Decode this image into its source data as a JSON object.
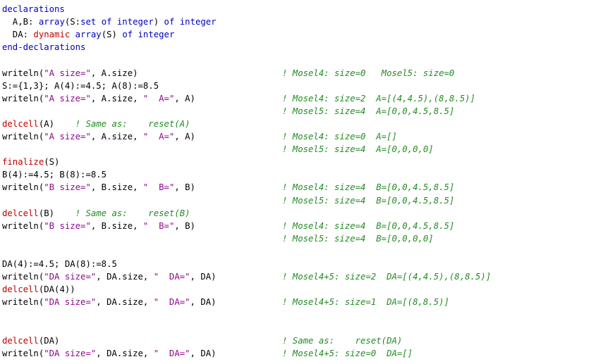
{
  "colors": {
    "keyword": "#0000c0",
    "red_keyword": "#c00000",
    "string": "#8b0a8b",
    "comment": "#228b22",
    "text": "#000000",
    "background": "#ffffff"
  },
  "lines": [
    {
      "row": 0,
      "tokens": [
        {
          "t": "kw",
          "text": "declarations"
        }
      ],
      "comment": ""
    },
    {
      "row": 1,
      "tokens": [
        {
          "t": "plain",
          "text": "  A,B: "
        },
        {
          "t": "kw",
          "text": "array"
        },
        {
          "t": "plain",
          "text": "(S:"
        },
        {
          "t": "kw",
          "text": "set of integer"
        },
        {
          "t": "plain",
          "text": ") "
        },
        {
          "t": "kw",
          "text": "of integer"
        }
      ],
      "comment": ""
    },
    {
      "row": 2,
      "tokens": [
        {
          "t": "plain",
          "text": "  DA: "
        },
        {
          "t": "red",
          "text": "dynamic"
        },
        {
          "t": "plain",
          "text": " "
        },
        {
          "t": "kw",
          "text": "array"
        },
        {
          "t": "plain",
          "text": "(S) "
        },
        {
          "t": "kw",
          "text": "of integer"
        }
      ],
      "comment": ""
    },
    {
      "row": 3,
      "tokens": [
        {
          "t": "kw",
          "text": "end-declarations"
        }
      ],
      "comment": ""
    },
    {
      "row": 5,
      "tokens": [
        {
          "t": "plain",
          "text": "writeln("
        },
        {
          "t": "str",
          "text": "\"A size=\""
        },
        {
          "t": "plain",
          "text": ", A.size)"
        }
      ],
      "comment": "! Mosel4: size=0   Mosel5: size=0"
    },
    {
      "row": 6,
      "tokens": [
        {
          "t": "plain",
          "text": "S:={1,3}; A(4):=4.5; A(8):=8.5"
        }
      ],
      "comment": ""
    },
    {
      "row": 7,
      "tokens": [
        {
          "t": "plain",
          "text": "writeln("
        },
        {
          "t": "str",
          "text": "\"A size=\""
        },
        {
          "t": "plain",
          "text": ", A.size, "
        },
        {
          "t": "str",
          "text": "\"  A=\""
        },
        {
          "t": "plain",
          "text": ", A)"
        }
      ],
      "comment": "! Mosel4: size=2  A=[(4,4.5),(8,8.5)]"
    },
    {
      "row": 8,
      "tokens": [],
      "comment": "! Mosel5: size=4  A=[0,0,4.5,8.5]"
    },
    {
      "row": 9,
      "tokens": [
        {
          "t": "red",
          "text": "delcell"
        },
        {
          "t": "plain",
          "text": "(A)    "
        },
        {
          "t": "comment",
          "text": "! Same as:    reset(A)"
        }
      ],
      "comment": ""
    },
    {
      "row": 10,
      "tokens": [
        {
          "t": "plain",
          "text": "writeln("
        },
        {
          "t": "str",
          "text": "\"A size=\""
        },
        {
          "t": "plain",
          "text": ", A.size, "
        },
        {
          "t": "str",
          "text": "\"  A=\""
        },
        {
          "t": "plain",
          "text": ", A)"
        }
      ],
      "comment": "! Mosel4: size=0  A=[]"
    },
    {
      "row": 11,
      "tokens": [],
      "comment": "! Mosel5: size=4  A=[0,0,0,0]"
    },
    {
      "row": 12,
      "tokens": [
        {
          "t": "red",
          "text": "finalize"
        },
        {
          "t": "plain",
          "text": "(S)"
        }
      ],
      "comment": ""
    },
    {
      "row": 13,
      "tokens": [
        {
          "t": "plain",
          "text": "B(4):=4.5; B(8):=8.5"
        }
      ],
      "comment": ""
    },
    {
      "row": 14,
      "tokens": [
        {
          "t": "plain",
          "text": "writeln("
        },
        {
          "t": "str",
          "text": "\"B size=\""
        },
        {
          "t": "plain",
          "text": ", B.size, "
        },
        {
          "t": "str",
          "text": "\"  B=\""
        },
        {
          "t": "plain",
          "text": ", B)"
        }
      ],
      "comment": "! Mosel4: size=4  B=[0,0,4.5,8.5]"
    },
    {
      "row": 15,
      "tokens": [],
      "comment": "! Mosel5: size=4  B=[0,0,4.5,8.5]"
    },
    {
      "row": 16,
      "tokens": [
        {
          "t": "red",
          "text": "delcell"
        },
        {
          "t": "plain",
          "text": "(B)    "
        },
        {
          "t": "comment",
          "text": "! Same as:    reset(B)"
        }
      ],
      "comment": ""
    },
    {
      "row": 17,
      "tokens": [
        {
          "t": "plain",
          "text": "writeln("
        },
        {
          "t": "str",
          "text": "\"B size=\""
        },
        {
          "t": "plain",
          "text": ", B.size, "
        },
        {
          "t": "str",
          "text": "\"  B=\""
        },
        {
          "t": "plain",
          "text": ", B)"
        }
      ],
      "comment": "! Mosel4: size=4  B=[0,0,4.5,8.5]"
    },
    {
      "row": 18,
      "tokens": [],
      "comment": "! Mosel5: size=4  B=[0,0,0,0]"
    },
    {
      "row": 20,
      "tokens": [
        {
          "t": "plain",
          "text": "DA(4):=4.5; DA(8):=8.5"
        }
      ],
      "comment": ""
    },
    {
      "row": 21,
      "tokens": [
        {
          "t": "plain",
          "text": "writeln("
        },
        {
          "t": "str",
          "text": "\"DA size=\""
        },
        {
          "t": "plain",
          "text": ", DA.size, "
        },
        {
          "t": "str",
          "text": "\"  DA=\""
        },
        {
          "t": "plain",
          "text": ", DA)"
        }
      ],
      "comment": "! Mosel4+5: size=2  DA=[(4,4.5),(8,8.5)]"
    },
    {
      "row": 22,
      "tokens": [
        {
          "t": "red",
          "text": "delcell"
        },
        {
          "t": "plain",
          "text": "(DA(4))"
        }
      ],
      "comment": ""
    },
    {
      "row": 23,
      "tokens": [
        {
          "t": "plain",
          "text": "writeln("
        },
        {
          "t": "str",
          "text": "\"DA size=\""
        },
        {
          "t": "plain",
          "text": ", DA.size, "
        },
        {
          "t": "str",
          "text": "\"  DA=\""
        },
        {
          "t": "plain",
          "text": ", DA)"
        }
      ],
      "comment": "! Mosel4+5: size=1  DA=[(8,8.5)]"
    },
    {
      "row": 26,
      "tokens": [
        {
          "t": "red",
          "text": "delcell"
        },
        {
          "t": "plain",
          "text": "(DA)"
        }
      ],
      "comment": "! Same as:    reset(DA)"
    },
    {
      "row": 27,
      "tokens": [
        {
          "t": "plain",
          "text": "writeln("
        },
        {
          "t": "str",
          "text": "\"DA size=\""
        },
        {
          "t": "plain",
          "text": ", DA.size, "
        },
        {
          "t": "str",
          "text": "\"  DA=\""
        },
        {
          "t": "plain",
          "text": ", DA)"
        }
      ],
      "comment": "! Mosel4+5: size=0  DA=[]"
    }
  ]
}
